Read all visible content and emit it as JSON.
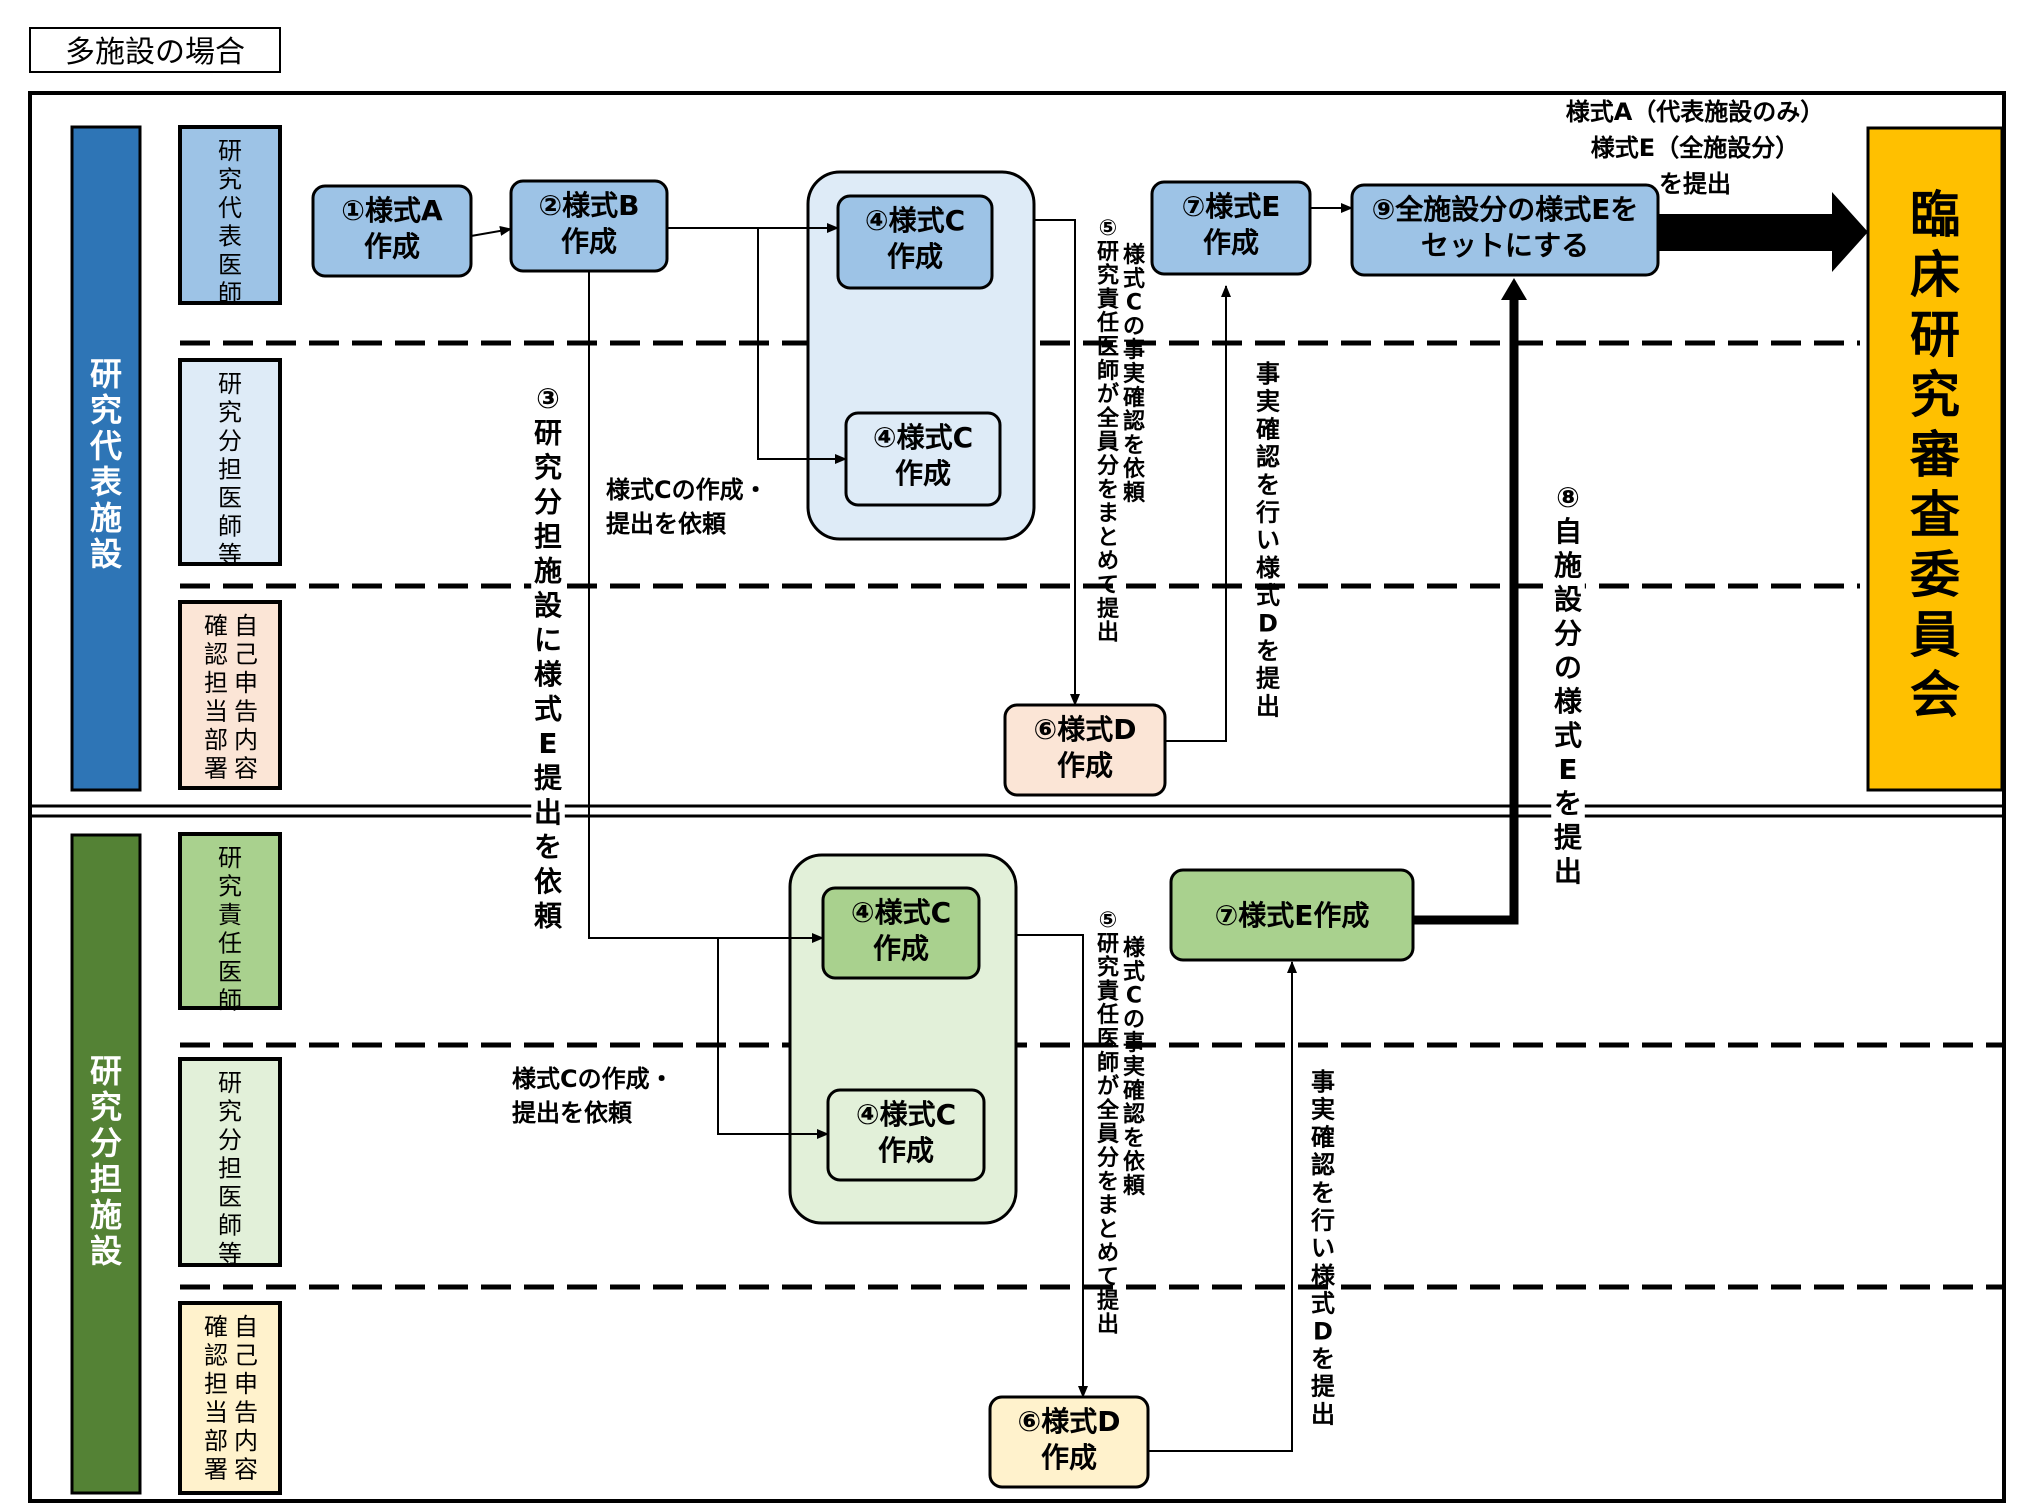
{
  "header": {
    "title": "多施設の場合"
  },
  "facilities": {
    "lead": {
      "label": "研究代表施設",
      "color": "#2e75b6",
      "roles": [
        "研究代表医師",
        "研究分担医師等",
        "自己申告内容確認担当部署"
      ]
    },
    "sub": {
      "label": "研究分担施設",
      "color": "#548235",
      "roles": [
        "研究責任医師",
        "研究分担医師等",
        "自己申告内容確認担当部署"
      ]
    }
  },
  "committee": {
    "label": "臨床研究審査委員会",
    "color": "#ffc000"
  },
  "steps": {
    "s1": [
      "①様式A",
      "作成"
    ],
    "s2": [
      "②様式B",
      "作成"
    ],
    "s4_lead_a": [
      "④様式C",
      "作成"
    ],
    "s4_lead_b": [
      "④様式C",
      "作成"
    ],
    "s6_lead": [
      "⑥様式D",
      "作成"
    ],
    "s7_lead": [
      "⑦様式E",
      "作成"
    ],
    "s9": [
      "⑨全施設分の様式Eを",
      "セットにする"
    ],
    "s4_sub_a": [
      "④様式C",
      "作成"
    ],
    "s4_sub_b": [
      "④様式C",
      "作成"
    ],
    "s6_sub": [
      "⑥様式D",
      "作成"
    ],
    "s7_sub": [
      "⑦様式E作成"
    ]
  },
  "annotations": {
    "submit_top": [
      "様式A（代表施設のみ）",
      "様式E（全施設分）",
      "を提出"
    ],
    "request_c_lead": [
      "様式Cの作成・",
      "提出を依頼"
    ],
    "request_c_sub": [
      "様式Cの作成・",
      "提出を依頼"
    ],
    "step3": "③研究分担施設に様式E提出を依頼",
    "step5_lead_col1": "様式Cの事実確認を依頼",
    "step5_lead_col2": "⑤研究責任医師が全員分をまとめて提出",
    "fact_check_lead": "事実確認を行い様式Dを提出",
    "step8": "⑧自施設分の様式Eを提出",
    "step5_sub_col1": "様式Cの事実確認を依頼",
    "step5_sub_col2": "⑤研究責任医師が全員分をまとめて提出",
    "fact_check_sub": "事実確認を行い様式Dを提出"
  },
  "colors": {
    "blue_box": "#9dc3e6",
    "blue_group": "#deebf7",
    "green_box": "#a9d18e",
    "green_group": "#e2f0d9",
    "peach_box": "#fbe5d6",
    "cream_box": "#fff2cc",
    "lead_role_1": "#9dc3e6",
    "lead_role_2": "#deebf7",
    "lead_role_3": "#fbe5d6",
    "sub_role_1": "#a9d18e",
    "sub_role_2": "#e2f0d9",
    "sub_role_3": "#fff2cc"
  }
}
